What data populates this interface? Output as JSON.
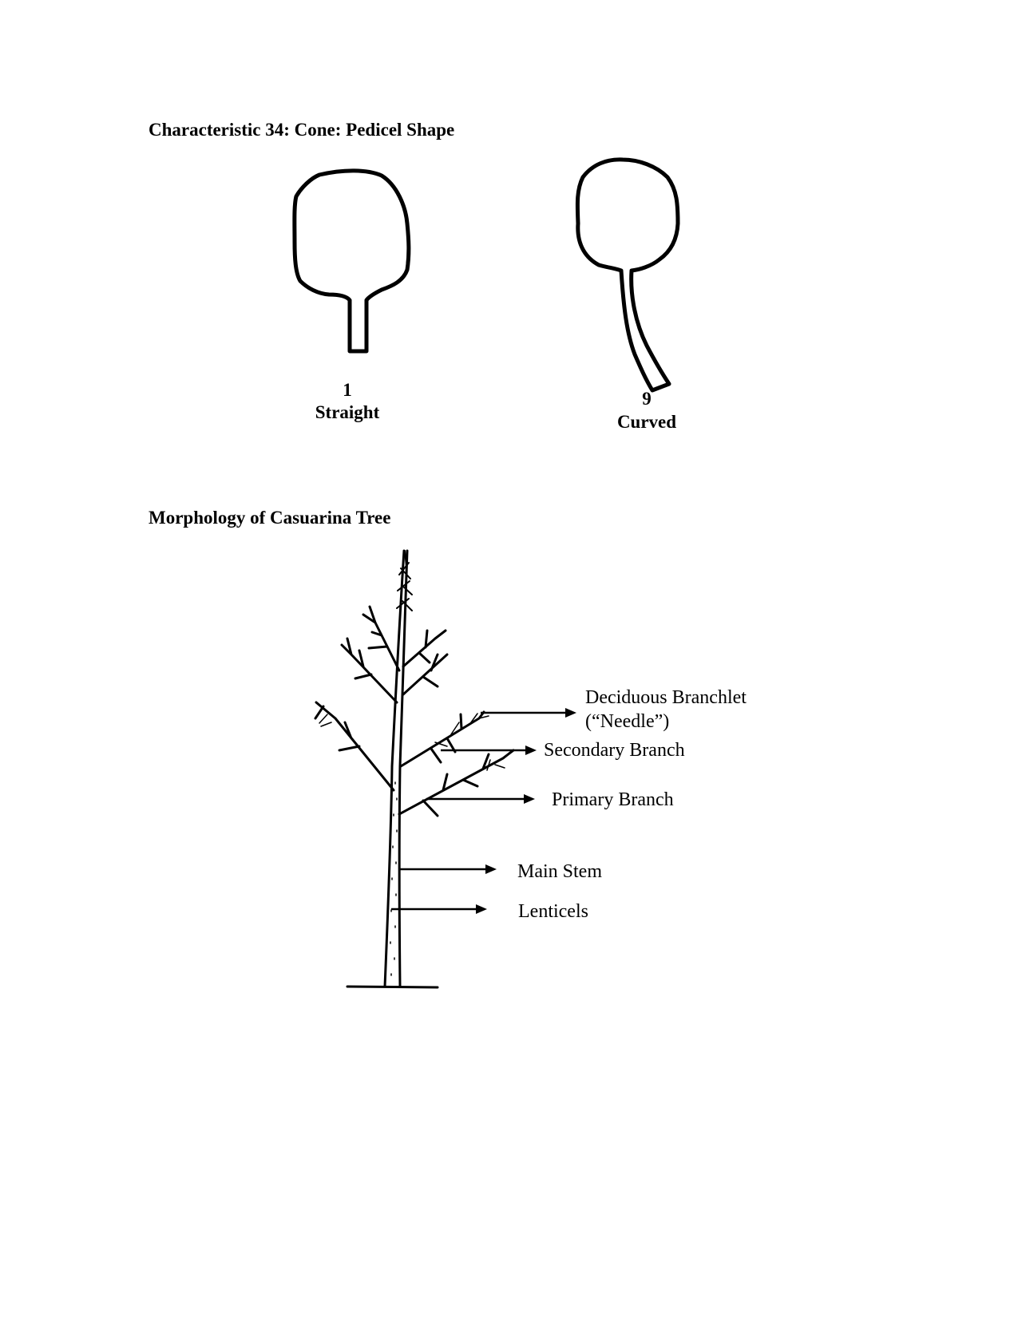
{
  "section1": {
    "title": "Characteristic 34: Cone: Pedicel Shape",
    "options": [
      {
        "number": "1",
        "label": "Straight"
      },
      {
        "number": "9",
        "label": "Curved"
      }
    ]
  },
  "section2": {
    "title": "Morphology of Casuarina Tree",
    "labels": {
      "needle_line1": "Deciduous Branchlet",
      "needle_line2": "(“Needle”)",
      "secondary": "Secondary Branch",
      "primary": "Primary Branch",
      "main_stem": "Main Stem",
      "lenticels": "Lenticels"
    }
  }
}
